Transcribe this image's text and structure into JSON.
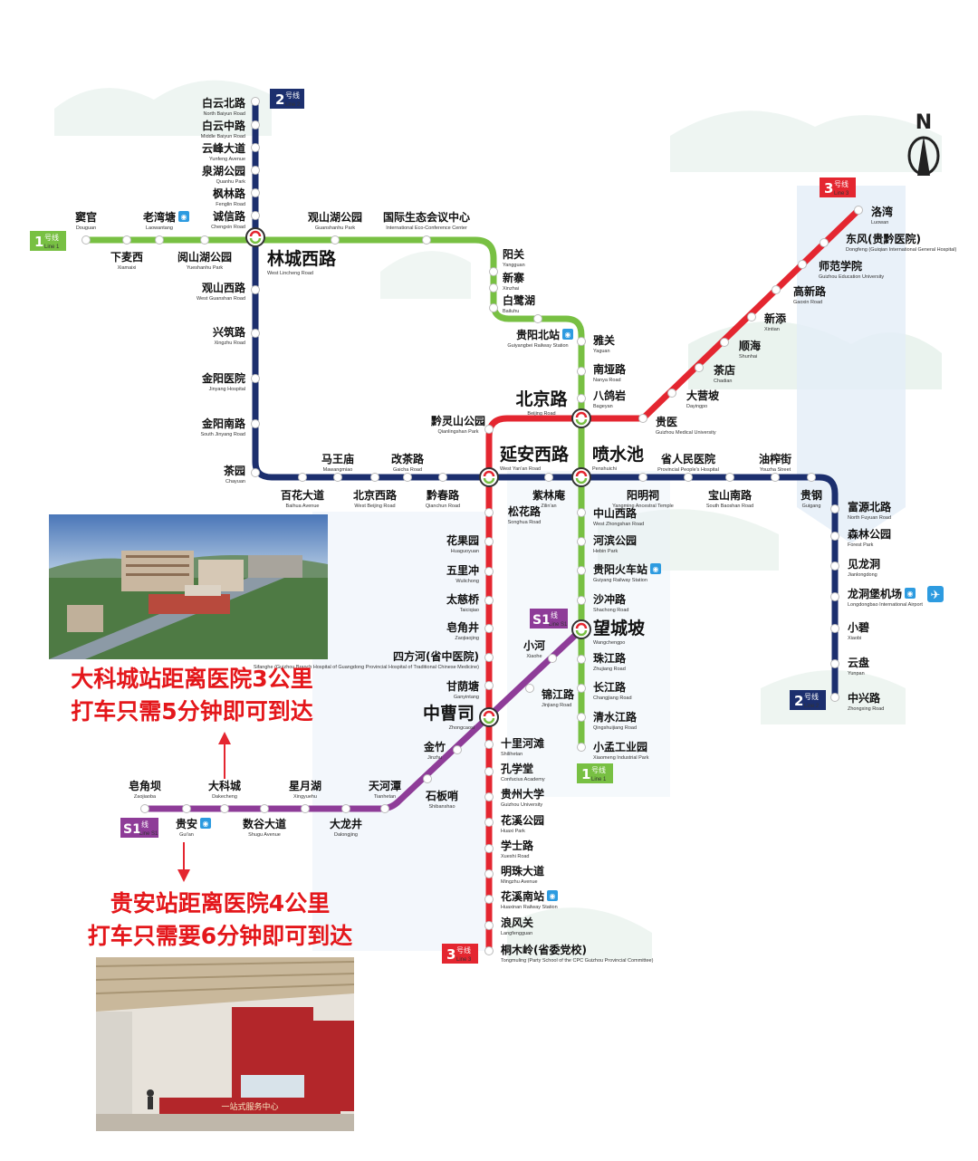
{
  "colors": {
    "line1": "#78c043",
    "line2": "#1c2f6e",
    "line3": "#e42630",
    "lineS1": "#8e3c98",
    "callout": "#e4171b",
    "background_shape": "#dbe9f5"
  },
  "compass": {
    "label": "N"
  },
  "badges": {
    "line1": {
      "num": "1",
      "cn": "号线",
      "en": "Line 1"
    },
    "line2": {
      "num": "2",
      "cn": "号线",
      "en": "Line 2"
    },
    "line3": {
      "num": "3",
      "cn": "号线",
      "en": "Line 3"
    },
    "lineS1": {
      "num": "S1",
      "cn": "线",
      "en": "Line S1"
    }
  },
  "stations": {
    "baiyunbeilu": {
      "cn": "白云北路",
      "en": "North Baiyun Road"
    },
    "baiyunzhonglu": {
      "cn": "白云中路",
      "en": "Middle Baiyun Road"
    },
    "yunfengdadao": {
      "cn": "云峰大道",
      "en": "Yunfeng Avenue"
    },
    "quanhugongyuan": {
      "cn": "泉湖公园",
      "en": "Quanhu Park"
    },
    "fenglinlu": {
      "cn": "枫林路",
      "en": "Fenglin Road"
    },
    "chengxinlu": {
      "cn": "诚信路",
      "en": "Chengxin Road"
    },
    "linchengxilu": {
      "cn": "林城西路",
      "en": "West Lincheng Road"
    },
    "guanshanxilu": {
      "cn": "观山西路",
      "en": "West Guanshan Road"
    },
    "xingzhulu": {
      "cn": "兴筑路",
      "en": "Xingzhu Road"
    },
    "jinyangyiyuan": {
      "cn": "金阳医院",
      "en": "Jinyang Hospital"
    },
    "jinyangnanlu": {
      "cn": "金阳南路",
      "en": "South Jinyang Road"
    },
    "chayuan": {
      "cn": "茶园",
      "en": "Chayuan"
    },
    "baihuadadao": {
      "cn": "百花大道",
      "en": "Baihua Avenue"
    },
    "mawangmiao": {
      "cn": "马王庙",
      "en": "Mawangmiao"
    },
    "beijingxilu": {
      "cn": "北京西路",
      "en": "West Beijing Road"
    },
    "gaichalu": {
      "cn": "改茶路",
      "en": "Gaicha Road"
    },
    "qianchunlu": {
      "cn": "黔春路",
      "en": "Qianchun Road"
    },
    "yananxilu": {
      "cn": "延安西路",
      "en": "West Yan'an Road"
    },
    "zilinan": {
      "cn": "紫林庵",
      "en": "Zilin'an"
    },
    "penshuichi": {
      "cn": "喷水池",
      "en": "Penshuichi"
    },
    "yangmingci": {
      "cn": "阳明祠",
      "en": "Yangming Ancestral Temple"
    },
    "shengrenminyiyuan": {
      "cn": "省人民医院",
      "en": "Provincial People's Hospital"
    },
    "baoshannanlu": {
      "cn": "宝山南路",
      "en": "South Baoshan Road"
    },
    "youzhajie": {
      "cn": "油榨街",
      "en": "Youzha Street"
    },
    "guigang": {
      "cn": "贵钢",
      "en": "Guigang"
    },
    "fuyuanbeilu": {
      "cn": "富源北路",
      "en": "North Fuyuan Road"
    },
    "senlingongyuan": {
      "cn": "森林公园",
      "en": "Forest Park"
    },
    "jianlongdong": {
      "cn": "见龙洞",
      "en": "Jianlongdong"
    },
    "longdongbaojichang": {
      "cn": "龙洞堡机场",
      "en": "Longdongbao International Airport"
    },
    "xiaobi": {
      "cn": "小碧",
      "en": "Xiaobi"
    },
    "yunpan": {
      "cn": "云盘",
      "en": "Yunpan"
    },
    "zhongxinglu": {
      "cn": "中兴路",
      "en": "Zhongxing Road"
    },
    "douguan": {
      "cn": "窦官",
      "en": "Douguan"
    },
    "xiamaixi": {
      "cn": "下麦西",
      "en": "Xiamaixi"
    },
    "laowantang": {
      "cn": "老湾塘",
      "en": "Laowantang"
    },
    "yueshanhugongyuan": {
      "cn": "阅山湖公园",
      "en": "Yueshanhu Park"
    },
    "guanshanhugongyuan": {
      "cn": "观山湖公园",
      "en": "Guanshanhu Park"
    },
    "guojishengtai": {
      "cn": "国际生态会议中心",
      "en": "International Eco-Conference Center"
    },
    "yangguan": {
      "cn": "阳关",
      "en": "Yangguan"
    },
    "xinzhai": {
      "cn": "新寨",
      "en": "Xinzhai"
    },
    "bailuhu": {
      "cn": "白鹭湖",
      "en": "Bailuhu"
    },
    "guiyangbeizhan": {
      "cn": "贵阳北站",
      "en": "Guiyangbei Railway Station"
    },
    "yaguan": {
      "cn": "雅关",
      "en": "Yaguan"
    },
    "nanyalu": {
      "cn": "南垭路",
      "en": "Nanya Road"
    },
    "bageyan": {
      "cn": "八鸽岩",
      "en": "Bageyan"
    },
    "beijinglu": {
      "cn": "北京路",
      "en": "Beijing Road"
    },
    "zhongshanxilu": {
      "cn": "中山西路",
      "en": "West Zhongshan Road"
    },
    "hebingongyuan": {
      "cn": "河滨公园",
      "en": "Hebin Park"
    },
    "guiyanghuochezhan": {
      "cn": "贵阳火车站",
      "en": "Guiyang Railway Station"
    },
    "shachonglu": {
      "cn": "沙冲路",
      "en": "Shachong Road"
    },
    "wangchengpo": {
      "cn": "望城坡",
      "en": "Wangchengpo"
    },
    "zhujianglu": {
      "cn": "珠江路",
      "en": "Zhujiang Road"
    },
    "changjianglu": {
      "cn": "长江路",
      "en": "Changjiang Road"
    },
    "qingshuijianglu": {
      "cn": "清水江路",
      "en": "Qingshuijiang Road"
    },
    "xiaomenggongyeyuan": {
      "cn": "小孟工业园",
      "en": "Xiaomeng Industrial Park"
    },
    "luowan": {
      "cn": "洛湾",
      "en": "Luowan"
    },
    "dongfeng": {
      "cn": "东风(贵黔医院)",
      "en": "Dongfeng (Guiqian International General Hospital)"
    },
    "shifanxueyuan": {
      "cn": "师范学院",
      "en": "Guizhou Education University"
    },
    "gaoxinlu": {
      "cn": "高新路",
      "en": "Gaoxin Road"
    },
    "xintian": {
      "cn": "新添",
      "en": "Xintian"
    },
    "shunhai": {
      "cn": "顺海",
      "en": "Shunhai"
    },
    "chadian": {
      "cn": "茶店",
      "en": "Chadian"
    },
    "daying po": {
      "cn": "大营坡",
      "en": "Dayingpo"
    },
    "guiyi": {
      "cn": "贵医",
      "en": "Guizhou Medical University"
    },
    "qianlingshangongyuan": {
      "cn": "黔灵山公园",
      "en": "Qianlingshan Park"
    },
    "songhualu": {
      "cn": "松花路",
      "en": "Songhua Road"
    },
    "huaguoyuan": {
      "cn": "花果园",
      "en": "Huaguoyuan"
    },
    "wulichong": {
      "cn": "五里冲",
      "en": "Wulichong"
    },
    "taiciqiao": {
      "cn": "太慈桥",
      "en": "Taiciqiao"
    },
    "zaojiaojing": {
      "cn": "皂角井",
      "en": "Zaojiaojing"
    },
    "sifanghe": {
      "cn": "四方河(省中医院)",
      "en": "Sifanghe (Guizhou Branch Hospital of Guangdong Provincial Hospital of Traditional Chinese Medicine)"
    },
    "ganyintang": {
      "cn": "甘荫塘",
      "en": "Ganyintang"
    },
    "zhongcaosi": {
      "cn": "中曹司",
      "en": "Zhongcaosi"
    },
    "shilihetan": {
      "cn": "十里河滩",
      "en": "Shilihetan"
    },
    "kongxuetang": {
      "cn": "孔学堂",
      "en": "Confucius Academy"
    },
    "guizhoudaxue": {
      "cn": "贵州大学",
      "en": "Guizhou University"
    },
    "huaxigongyuan": {
      "cn": "花溪公园",
      "en": "Huaxi Park"
    },
    "xueshilu": {
      "cn": "学士路",
      "en": "Xueshi Road"
    },
    "mingzhudadao": {
      "cn": "明珠大道",
      "en": "Mingzhu Avenue"
    },
    "huaxinanzhan": {
      "cn": "花溪南站",
      "en": "Huaxinan Railway Station"
    },
    "langfengguan": {
      "cn": "浪风关",
      "en": "Langfengguan"
    },
    "tongmuling": {
      "cn": "桐木岭(省委党校)",
      "en": "Tongmuling (Party School of the CPC Guizhou Provincial Committee)"
    },
    "xiaohe": {
      "cn": "小河",
      "en": "Xiaohe"
    },
    "jinjianglu": {
      "cn": "锦江路",
      "en": "Jinjiang Road"
    },
    "jinzhu": {
      "cn": "金竹",
      "en": "Jinzhu"
    },
    "shibanshao": {
      "cn": "石板哨",
      "en": "Shibanshao"
    },
    "tianhetan": {
      "cn": "天河潭",
      "en": "Tianhetan"
    },
    "dalongjing": {
      "cn": "大龙井",
      "en": "Dalongjing"
    },
    "xingyuehu": {
      "cn": "星月湖",
      "en": "Xingyuehu"
    },
    "shuguadadao": {
      "cn": "数谷大道",
      "en": "Shugu Avenue"
    },
    "dakecheng": {
      "cn": "大科城",
      "en": "Dakecheng"
    },
    "guian": {
      "cn": "贵安",
      "en": "Gui'an"
    },
    "zaojiaoba": {
      "cn": "皂角坝",
      "en": "Zaojiaoba"
    }
  },
  "callouts": {
    "dakecheng_line1": "大科城站距离医院3公里",
    "dakecheng_line2": "打车只需5分钟即可到达",
    "guian_line1": "贵安站距离医院4公里",
    "guian_line2": "打车只需要6分钟即可到达"
  },
  "photos": {
    "top": {
      "subject": "hospital-campus-aerial-photo"
    },
    "bottom": {
      "subject": "hospital-lobby-interior-photo",
      "sign": "一站式服务中心"
    }
  }
}
